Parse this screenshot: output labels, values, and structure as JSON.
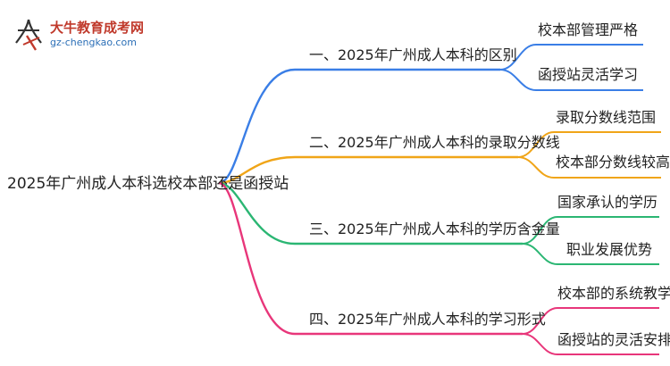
{
  "logo": {
    "title": "大牛教育成考网",
    "url": "gz-chengkao.com"
  },
  "root": "2025年广州成人本科选校本部还是函授站",
  "colors": {
    "branch1": "#3a7ee6",
    "branch2": "#f0a518",
    "branch3": "#2bb673",
    "branch4": "#e8367a"
  },
  "branches": [
    {
      "label": "一、2025年广州成人本科的区别",
      "children": [
        "校本部管理严格",
        "函授站灵活学习"
      ]
    },
    {
      "label": "二、2025年广州成人本科的录取分数线",
      "children": [
        "录取分数线范围",
        "校本部分数线较高"
      ]
    },
    {
      "label": "三、2025年广州成人本科的学历含金量",
      "children": [
        "国家承认的学历",
        "职业发展优势"
      ]
    },
    {
      "label": "四、2025年广州成人本科的学习形式",
      "children": [
        "校本部的系统教学",
        "函授站的灵活安排"
      ]
    }
  ]
}
